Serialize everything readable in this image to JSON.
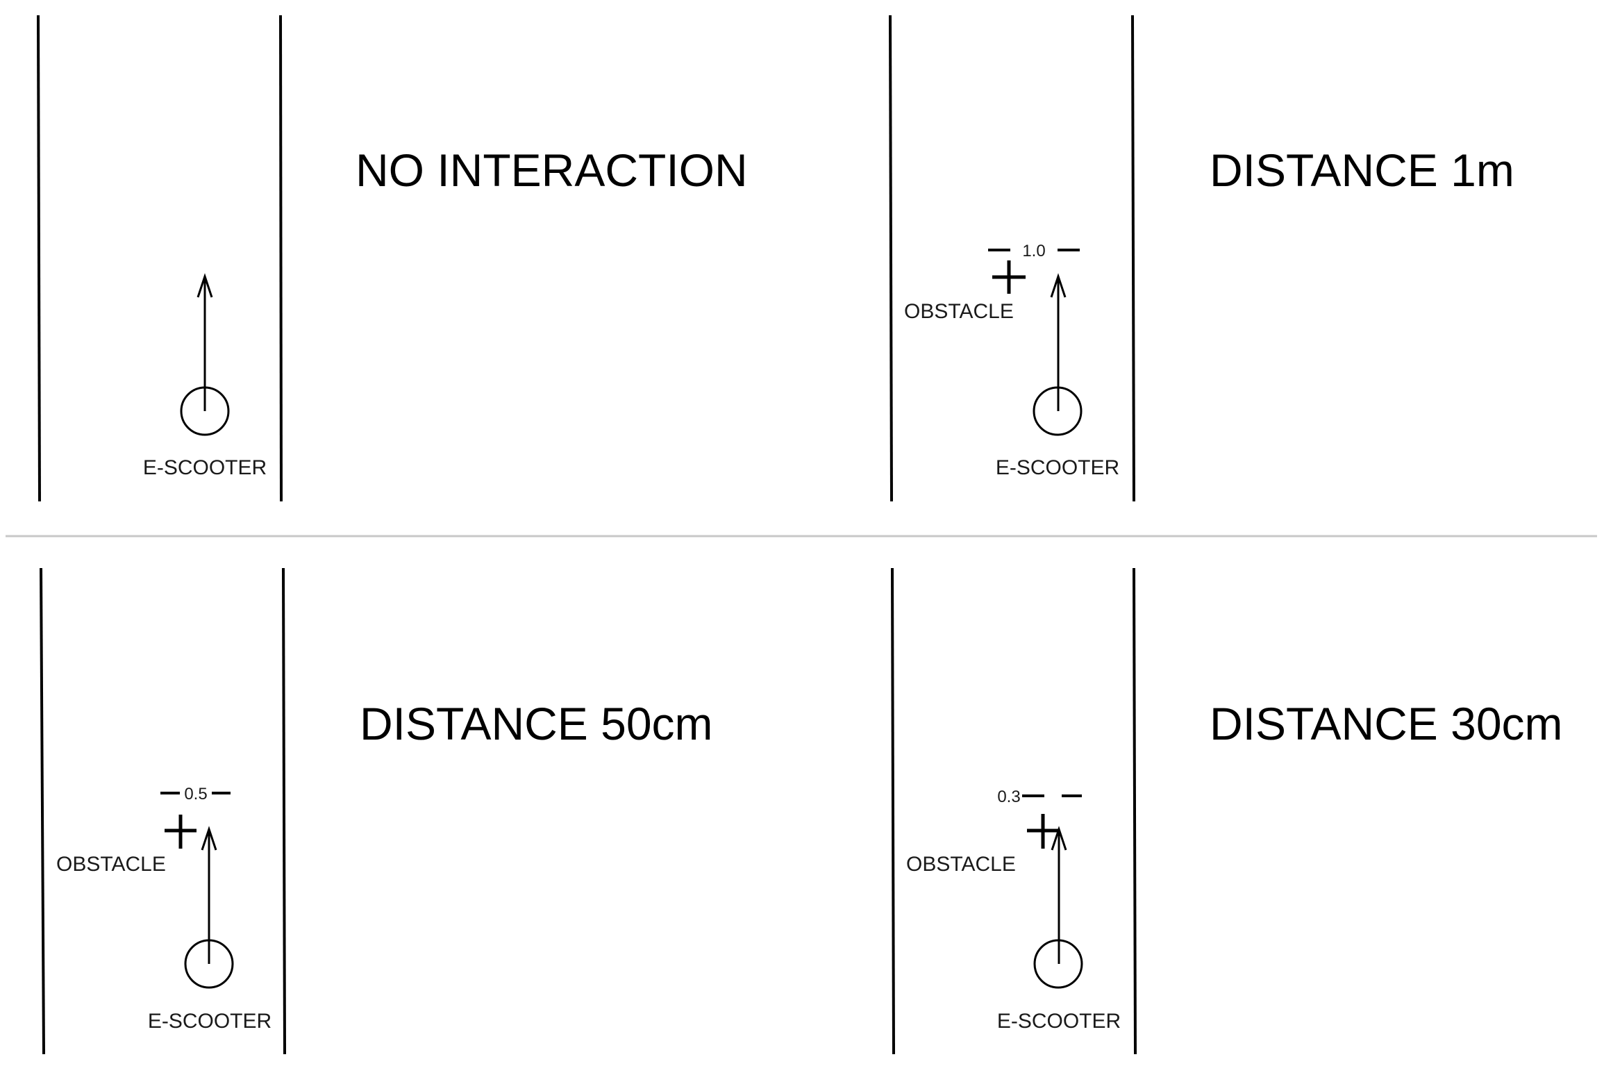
{
  "panels": [
    {
      "title": "NO INTERACTION",
      "scooter_label": "E-SCOOTER",
      "obstacle_label": "",
      "distance_label": ""
    },
    {
      "title": "DISTANCE 1m",
      "scooter_label": "E-SCOOTER",
      "obstacle_label": "OBSTACLE",
      "distance_label": "1.0"
    },
    {
      "title": "DISTANCE 50cm",
      "scooter_label": "E-SCOOTER",
      "obstacle_label": "OBSTACLE",
      "distance_label": "0.5"
    },
    {
      "title": "DISTANCE 30cm",
      "scooter_label": "E-SCOOTER",
      "obstacle_label": "OBSTACLE",
      "distance_label": "0.3"
    }
  ]
}
